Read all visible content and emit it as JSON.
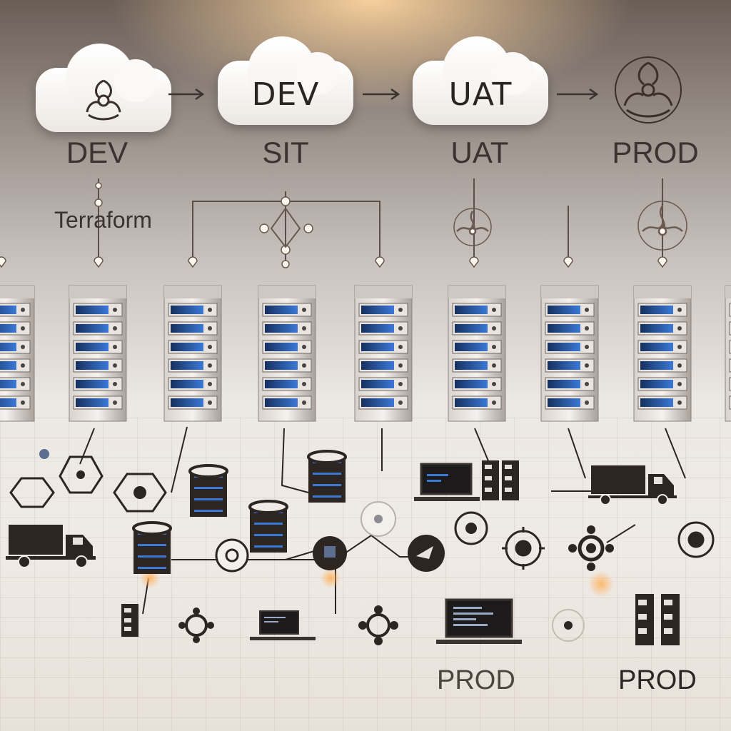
{
  "stages": [
    {
      "cloud_text": "",
      "cloud_icon": "biohazard-icon",
      "label": "DEV"
    },
    {
      "cloud_text": "DEV",
      "label": "SIT"
    },
    {
      "cloud_text": "UAT",
      "label": "UAT"
    },
    {
      "cloud_text": "",
      "cloud_icon": "biohazard-icon",
      "label": "PROD"
    }
  ],
  "tool_label": "Terraform",
  "bottom_labels": [
    "PROD",
    "PROD"
  ],
  "icons": [
    "server-rack-icon",
    "database-icon",
    "truck-icon",
    "hexagon-icon",
    "monitor-icon",
    "network-node-icon",
    "gear-icon"
  ],
  "colors": {
    "server_screen": "#1f4fa8",
    "cloud": "#ffffff",
    "text": "#2b2522"
  }
}
